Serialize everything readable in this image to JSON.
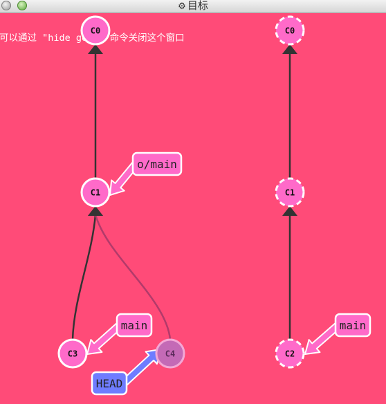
{
  "window": {
    "title": "目标",
    "title_icon": "gear-icon"
  },
  "hint_text": "可以通过 \"hide goal\" 命令关闭这个窗口",
  "colors": {
    "background": "#ff4b78",
    "commit": "#ff6ac9",
    "commit_faded": "#c46ab6",
    "head": "#6f7cff",
    "edge": "#333333",
    "outline": "#ffffff"
  },
  "graphs": [
    {
      "side": "left",
      "commits": [
        {
          "id": "C0",
          "label": "C0",
          "state": "normal"
        },
        {
          "id": "C1",
          "label": "C1",
          "state": "normal"
        },
        {
          "id": "C3",
          "label": "C3",
          "state": "normal"
        },
        {
          "id": "C4",
          "label": "C4",
          "state": "faded"
        }
      ],
      "edges": [
        {
          "from": "C1",
          "to": "C0"
        },
        {
          "from": "C3",
          "to": "C1"
        },
        {
          "from": "C4",
          "to": "C1",
          "state": "faded"
        }
      ],
      "refs": [
        {
          "name": "o/main",
          "target": "C1",
          "kind": "branch"
        },
        {
          "name": "main",
          "target": "C3",
          "kind": "branch"
        },
        {
          "name": "HEAD",
          "target": "C4",
          "kind": "head"
        }
      ]
    },
    {
      "side": "right",
      "commits": [
        {
          "id": "C0",
          "label": "C0",
          "state": "dashed"
        },
        {
          "id": "C1",
          "label": "C1",
          "state": "dashed"
        },
        {
          "id": "C2",
          "label": "C2",
          "state": "dashed"
        }
      ],
      "edges": [
        {
          "from": "C1",
          "to": "C0"
        },
        {
          "from": "C2",
          "to": "C1"
        }
      ],
      "refs": [
        {
          "name": "main",
          "target": "C2",
          "kind": "branch"
        }
      ]
    }
  ]
}
